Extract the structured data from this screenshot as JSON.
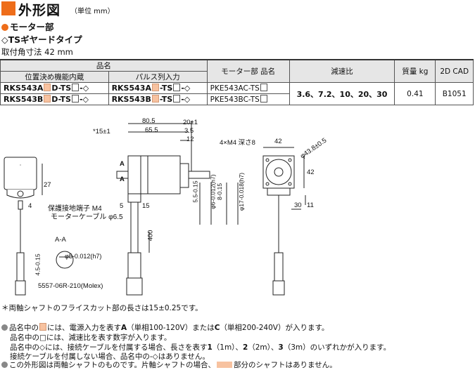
{
  "header": {
    "title": "外形図",
    "unit": "（単位 mm）",
    "motor_section": "モーター部",
    "gear_type": "◇TSギヤードタイプ",
    "mount_size": "取付角寸法 42 mm"
  },
  "table": {
    "product_name_header": "品名",
    "col_position": "位置決め機能内蔵",
    "col_pulse": "パルス列入力",
    "col_motor": "モーター部 品名",
    "col_ratio": "減速比",
    "col_mass": "質量 kg",
    "col_cad": "2D CAD",
    "rows": [
      {
        "pos_a": "RKS543A",
        "pos_b": "D-TS",
        "pos_c": "-◇",
        "pul_a": "RKS543A",
        "pul_b": "-TS",
        "pul_c": "-◇",
        "motor_a": "PKE543AC-TS"
      },
      {
        "pos_a": "RKS543B",
        "pos_b": "D-TS",
        "pos_c": "-◇",
        "pul_a": "RKS543B",
        "pul_b": "-TS",
        "pul_c": "-◇",
        "motor_a": "PKE543BC-TS"
      }
    ],
    "ratio": "3.6、7.2、10、20、30",
    "mass": "0.41",
    "cad": "B1051"
  },
  "drawing": {
    "d_star15": "*15±1",
    "d_80_5": "80.5",
    "d_65_5": "65.5",
    "d_20": "20±1",
    "d_3_5": "3.5",
    "d_12": "12",
    "d_4xm4": "4×M4 深さ8",
    "d_42_top": "42",
    "d_pcd": "φ43.8±0.5",
    "d_42_side": "42",
    "d_a1": "A",
    "d_a2": "A",
    "d_27": "27",
    "d_4": "4",
    "d_ground": "保護接地端子 M4",
    "d_cable": "モーターケーブル φ6.5",
    "d_5": "5",
    "d_15": "15",
    "d_400": "400",
    "d_h_5_5": "5.5-0.15",
    "d_h_phi6": "φ6-0.012(h7)",
    "d_h_8": "8-0.15",
    "d_h_phi17": "φ17-0.018(h7)",
    "d_30": "30",
    "d_11": "11",
    "d_aa": "A-A",
    "d_phi5": "φ5-0.012(h7)",
    "d_4_5": "4.5-0.15",
    "d_connector": "5557-06R-210(Molex)"
  },
  "notes": {
    "star": "＊両軸シャフトのフライスカット部の長さは15±0.25です。",
    "n1a": "品名中の",
    "n1b": "には、電源入力を表す",
    "n1c": "A",
    "n1d": "（単相100-120V）または",
    "n1e": "C",
    "n1f": "（単相200-240V）が入ります。",
    "n2": "品名中の□には、減速比を表す数字が入ります。",
    "n3a": "品名中の◇には、接続ケーブルを付属する場合、長さを表す",
    "n3b": "1",
    "n3c": "（1m）、",
    "n3d": "2",
    "n3e": "（2m）、",
    "n3f": "3",
    "n3g": "（3m）のいずれかが入ります。",
    "n4": "接続ケーブルを付属しない場合、品名中の-◇はありません。",
    "n5a": "この外形図は両軸シャフトのものです。片軸シャフトの場合、",
    "n5b": "部分のシャフトはありません。"
  }
}
